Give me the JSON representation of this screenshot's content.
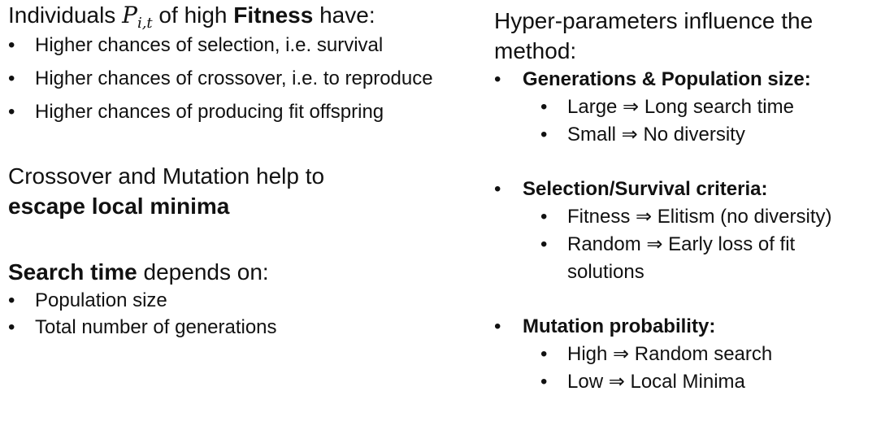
{
  "left": {
    "fitness": {
      "prefix": "Individuals ",
      "var_main": "P",
      "var_sub": "i,t",
      "middle": " of high ",
      "bold": "Fitness",
      "suffix": " have:",
      "bullets": [
        "Higher chances of selection, i.e. survival",
        "Higher chances of crossover, i.e. to reproduce",
        "Higher chances of producing fit offspring"
      ]
    },
    "crossover": {
      "line1": "Crossover and Mutation help to",
      "bold": "escape local minima"
    },
    "search_time": {
      "bold": "Search time",
      "suffix": " depends on:",
      "bullets": [
        "Population size",
        "Total number of generations"
      ]
    }
  },
  "right": {
    "heading": "Hyper-parameters influence the method:",
    "groups": [
      {
        "title": "Generations & Population size:",
        "items": [
          "Large ⇒ Long search time",
          "Small ⇒ No diversity"
        ]
      },
      {
        "title": "Selection/Survival criteria:",
        "items": [
          "Fitness ⇒ Elitism (no diversity)",
          "Random ⇒ Early loss of fit solutions"
        ]
      },
      {
        "title": "Mutation probability:",
        "items": [
          "High ⇒ Random search",
          "Low ⇒ Local Minima"
        ]
      }
    ]
  }
}
